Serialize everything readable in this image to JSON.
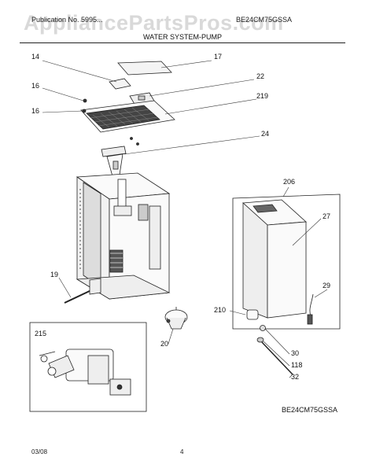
{
  "watermark": "AppliancePartsPros.com",
  "header": {
    "left_text": "Publication No. 5995...",
    "right_text": "BE24CM75GSSA"
  },
  "subtitle": "WATER SYSTEM-PUMP",
  "callouts": {
    "c14": "14",
    "c17": "17",
    "c22": "22",
    "c16a": "16",
    "c219": "219",
    "c16b": "16",
    "c24": "24",
    "c206": "206",
    "c27": "27",
    "c19": "19",
    "c29": "29",
    "c210": "210",
    "c215": "215",
    "c20": "20",
    "c30": "30",
    "c118": "118",
    "c32": "32"
  },
  "model": "BE24CM75GSSA",
  "footer": {
    "date": "03/08",
    "page": "4"
  }
}
